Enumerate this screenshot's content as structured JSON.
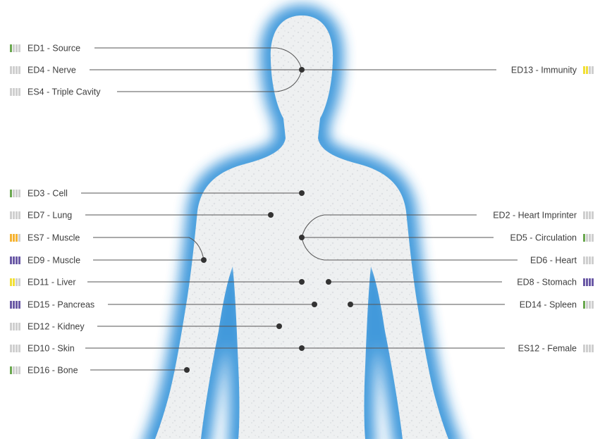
{
  "colors": {
    "glow": "#2f8fd8",
    "body_fill": "#eef0f1",
    "line": "#555555",
    "dot": "#333333",
    "inactive": "#cfcfcf",
    "green": "#6aa84f",
    "orange": "#f5b333",
    "purple": "#6b5aa6",
    "yellow": "#f1df36"
  },
  "labels": [
    {
      "id": "ed1",
      "text": "ED1 - Source",
      "side": "left",
      "indicator": {
        "color": "green",
        "bars": 1
      }
    },
    {
      "id": "ed4",
      "text": "ED4 - Nerve",
      "side": "left",
      "indicator": {
        "color": "inactive",
        "bars": 0
      }
    },
    {
      "id": "es4",
      "text": "ES4 - Triple Cavity",
      "side": "left",
      "indicator": {
        "color": "inactive",
        "bars": 0
      }
    },
    {
      "id": "ed3",
      "text": "ED3 - Cell",
      "side": "left",
      "indicator": {
        "color": "green",
        "bars": 1
      }
    },
    {
      "id": "ed7",
      "text": "ED7 - Lung",
      "side": "left",
      "indicator": {
        "color": "inactive",
        "bars": 0
      }
    },
    {
      "id": "es7",
      "text": "ES7 - Muscle",
      "side": "left",
      "indicator": {
        "color": "orange",
        "bars": 3
      }
    },
    {
      "id": "ed9",
      "text": "ED9 - Muscle",
      "side": "left",
      "indicator": {
        "color": "purple",
        "bars": 4
      }
    },
    {
      "id": "ed11",
      "text": "ED11 - Liver",
      "side": "left",
      "indicator": {
        "color": "yellow",
        "bars": 2
      }
    },
    {
      "id": "ed15",
      "text": "ED15 - Pancreas",
      "side": "left",
      "indicator": {
        "color": "purple",
        "bars": 4
      }
    },
    {
      "id": "ed12",
      "text": "ED12 - Kidney",
      "side": "left",
      "indicator": {
        "color": "inactive",
        "bars": 0
      }
    },
    {
      "id": "ed10",
      "text": "ED10 - Skin",
      "side": "left",
      "indicator": {
        "color": "inactive",
        "bars": 0
      }
    },
    {
      "id": "ed16",
      "text": "ED16 - Bone",
      "side": "left",
      "indicator": {
        "color": "green",
        "bars": 1
      }
    },
    {
      "id": "ed13",
      "text": "ED13 - Immunity",
      "side": "right",
      "indicator": {
        "color": "yellow",
        "bars": 2
      }
    },
    {
      "id": "ed2",
      "text": "ED2 - Heart Imprinter",
      "side": "right",
      "indicator": {
        "color": "inactive",
        "bars": 0
      }
    },
    {
      "id": "ed5",
      "text": "ED5 - Circulation",
      "side": "right",
      "indicator": {
        "color": "green",
        "bars": 1
      }
    },
    {
      "id": "ed6",
      "text": "ED6 - Heart",
      "side": "right",
      "indicator": {
        "color": "inactive",
        "bars": 0
      }
    },
    {
      "id": "ed8",
      "text": "ED8 - Stomach",
      "side": "right",
      "indicator": {
        "color": "purple",
        "bars": 4
      }
    },
    {
      "id": "ed14",
      "text": "ED14 - Spleen",
      "side": "right",
      "indicator": {
        "color": "green",
        "bars": 1
      }
    },
    {
      "id": "es12",
      "text": "ES12 - Female",
      "side": "right",
      "indicator": {
        "color": "inactive",
        "bars": 0
      }
    }
  ]
}
